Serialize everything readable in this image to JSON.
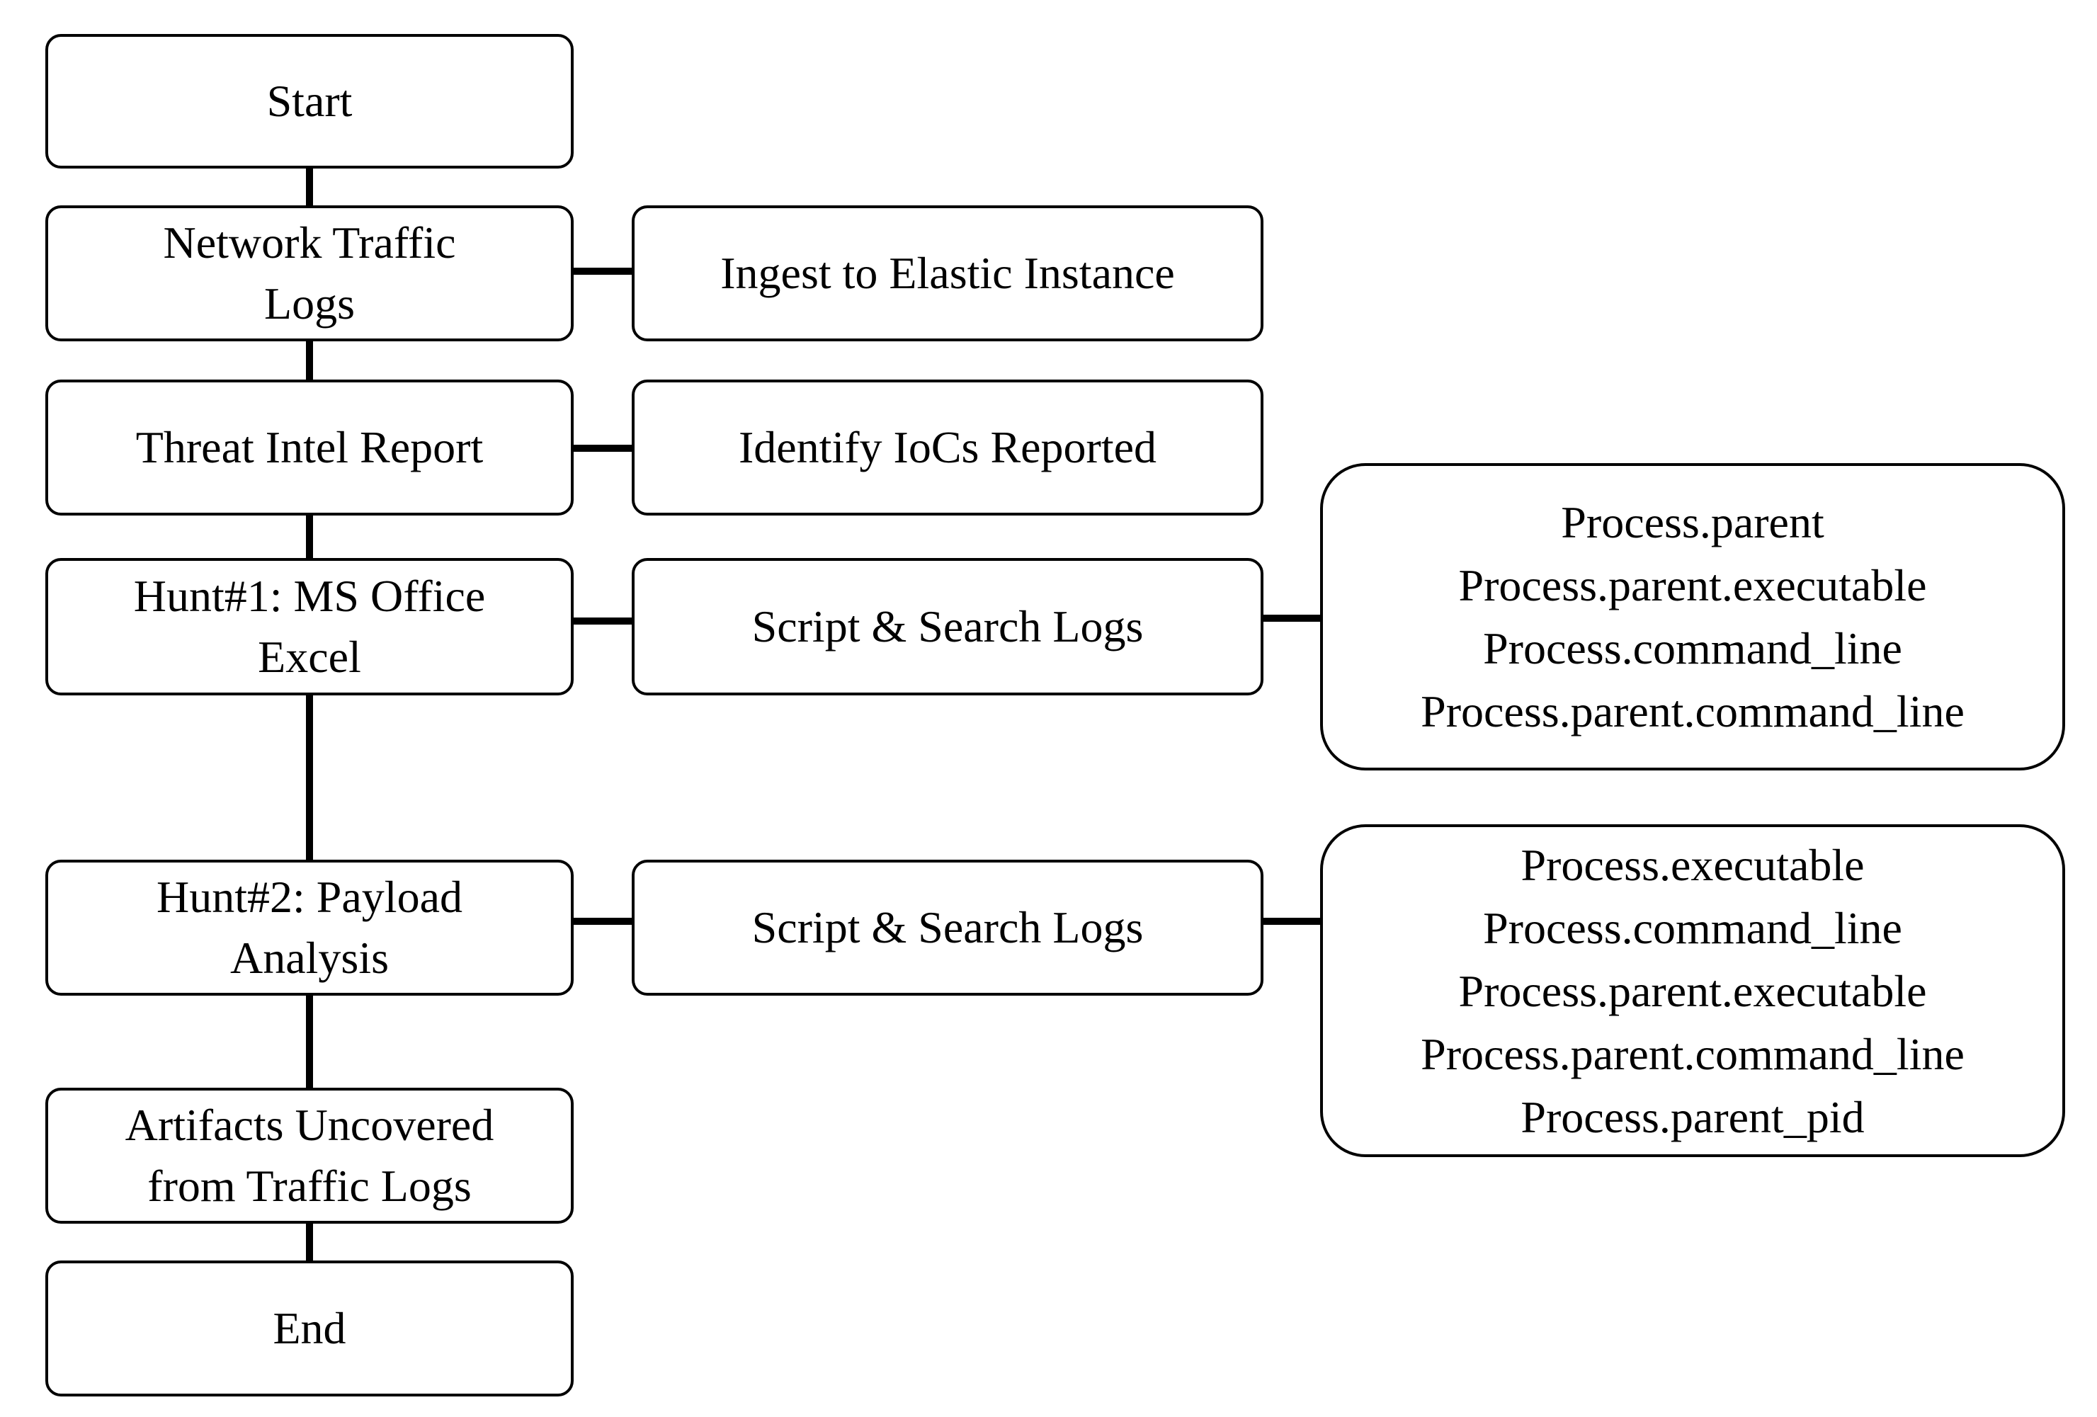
{
  "flow": {
    "start": "Start",
    "network": [
      "Network Traffic",
      "Logs"
    ],
    "threat": "Threat Intel Report",
    "hunt1": [
      "Hunt#1: MS Office",
      "Excel"
    ],
    "hunt2": [
      "Hunt#2: Payload",
      "Analysis"
    ],
    "artifacts": [
      "Artifacts Uncovered",
      "from Traffic Logs"
    ],
    "end": "End"
  },
  "actions": {
    "ingest": "Ingest to Elastic Instance",
    "identify": "Identify IoCs Reported",
    "script1": "Script & Search Logs",
    "script2": "Script & Search Logs"
  },
  "fields": {
    "hunt1": [
      "Process.parent",
      "Process.parent.executable",
      "Process.command_line",
      "Process.parent.command_line"
    ],
    "hunt2": [
      "Process.executable",
      "Process.command_line",
      "Process.parent.executable",
      "Process.parent.command_line",
      "Process.parent_pid"
    ]
  }
}
